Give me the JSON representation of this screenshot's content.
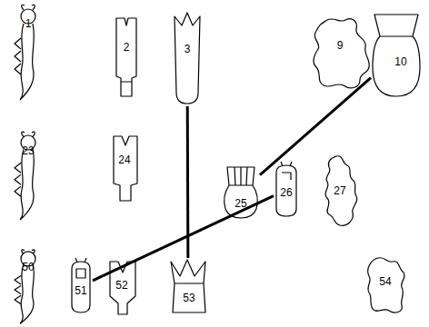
{
  "diagram": {
    "nodes": [
      {
        "text": [
          "1"
        ]
      },
      {
        "text": [
          "2"
        ]
      },
      {
        "text": [
          "3"
        ]
      },
      {
        "text": [
          "9"
        ]
      },
      {
        "text": [
          "10"
        ]
      },
      {
        "text": [
          "23"
        ]
      },
      {
        "text": [
          "24"
        ]
      },
      {
        "text": [
          "25"
        ]
      },
      {
        "text": [
          "26"
        ]
      },
      {
        "text": [
          "27"
        ]
      },
      {
        "text": [
          "50"
        ]
      },
      {
        "text": [
          "51"
        ]
      },
      {
        "text": [
          "52"
        ]
      },
      {
        "text": [
          "53"
        ]
      },
      {
        "text": [
          "54"
        ]
      }
    ],
    "edges": [
      {
        "from": 2,
        "to": 13,
        "arrow": "none"
      },
      {
        "from": 4,
        "to": 7,
        "arrow": "none"
      },
      {
        "from": 8,
        "to": 11,
        "arrow": "none"
      }
    ]
  }
}
